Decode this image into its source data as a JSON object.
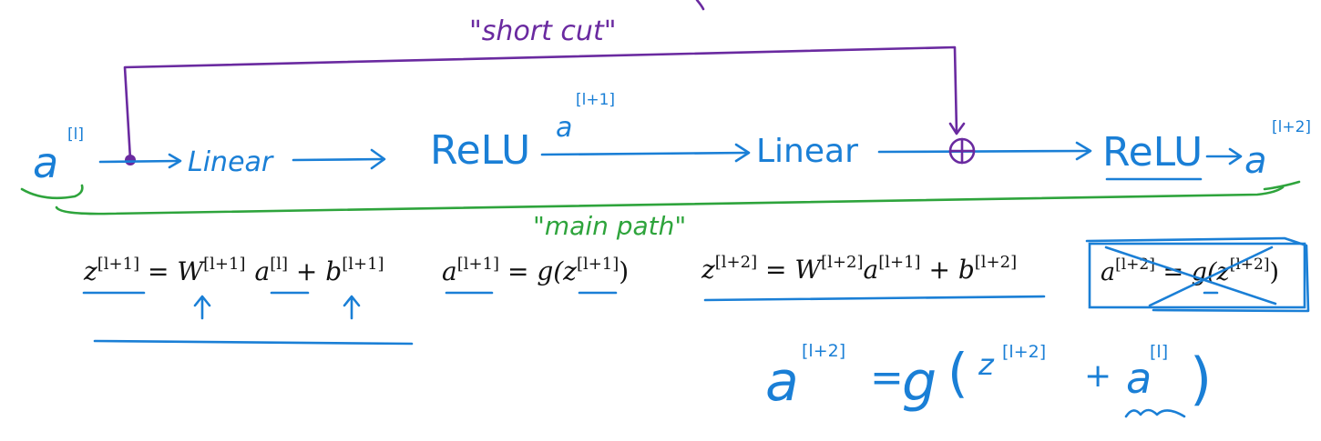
{
  "shortcut": {
    "label": "\"short cut\"",
    "color": "#6a2aa0"
  },
  "main_path": {
    "label": "\"main path\"",
    "color": "#2ea43c"
  },
  "diagram": {
    "input": {
      "base": "a",
      "superscript": "[l]"
    },
    "linear1": "Linear",
    "relu1": "ReLU",
    "mid": {
      "base": "a",
      "superscript": "[l+1]"
    },
    "linear2": "Linear",
    "relu2": "ReLU",
    "output": {
      "base": "a",
      "superscript": "[l+2]"
    },
    "ink_color": "#1a7fd6"
  },
  "equations": {
    "eq1": {
      "lhs": "z",
      "lhs_sup": "[l+1]",
      "eq": " = ",
      "w": "W",
      "w_sup": "[l+1]",
      "a": "a",
      "a_sup": "[l]",
      "plus": " + ",
      "b": "b",
      "b_sup": "[l+1]"
    },
    "eq2": {
      "a": "a",
      "a_sup": "[l+1]",
      "eq": " = ",
      "g": "g(",
      "z": "z",
      "z_sup": "[l+1]",
      "close": ")"
    },
    "eq3": {
      "lhs": "z",
      "lhs_sup": "[l+2]",
      "eq": " = ",
      "w": "W",
      "w_sup": "[l+2]",
      "a": "a",
      "a_sup": "[l+1]",
      "plus": " + ",
      "b": "b",
      "b_sup": "[l+2]"
    },
    "eq4": {
      "a": "a",
      "a_sup": "[l+2]",
      "eq": " = ",
      "g": "g(",
      "z": "z",
      "z_sup": "[l+2]",
      "close": ")"
    }
  },
  "handwritten_result": {
    "a": "a",
    "a_sup": "[l+2]",
    "eq": "=",
    "g": "g",
    "open": "(",
    "z": "z",
    "z_sup": "[l+2]",
    "plus": "+",
    "a2": "a",
    "a2_sup": "[l]",
    "close": ")"
  }
}
